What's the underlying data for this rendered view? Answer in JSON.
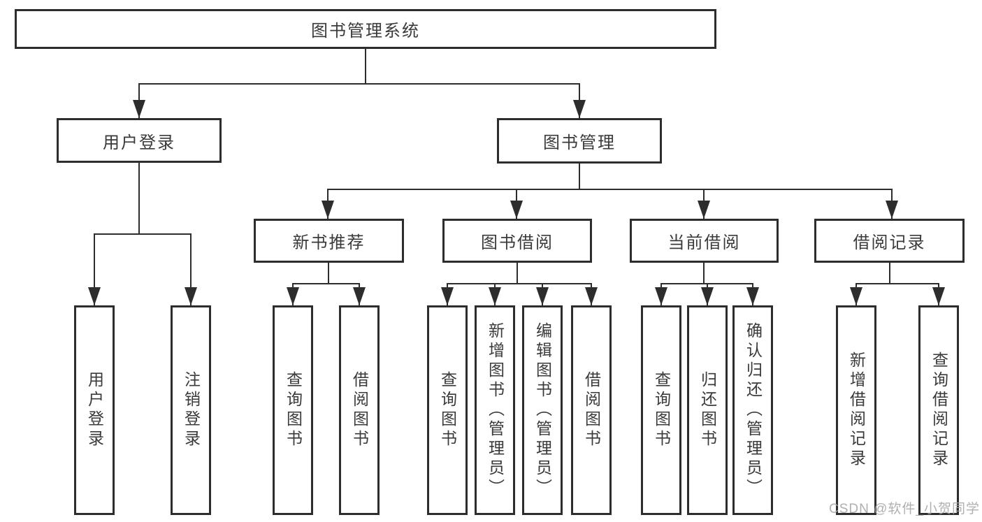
{
  "tree": {
    "root": "图书管理系统",
    "user_login": {
      "label": "用户登录",
      "children": [
        "用户登录",
        "注销登录"
      ]
    },
    "book_mgmt": {
      "label": "图书管理",
      "sections": {
        "new_book": {
          "label": "新书推荐",
          "children": [
            "查询图书",
            "借阅图书"
          ]
        },
        "borrow": {
          "label": "图书借阅",
          "children": [
            "查询图书",
            "新增图书（管理员）",
            "编辑图书（管理员）",
            "借阅图书"
          ]
        },
        "current": {
          "label": "当前借阅",
          "children": [
            "查询图书",
            "归还图书",
            "确认归还（管理员）"
          ]
        },
        "records": {
          "label": "借阅记录",
          "children": [
            "新增借阅记录",
            "查询借阅记录"
          ]
        }
      }
    }
  },
  "colors": {
    "line": "#2d2d2d",
    "text": "#3a3a3a",
    "background": "#ffffff",
    "watermark": "#a5a5a5"
  },
  "watermark": "CSDN @软件_小贺同学"
}
